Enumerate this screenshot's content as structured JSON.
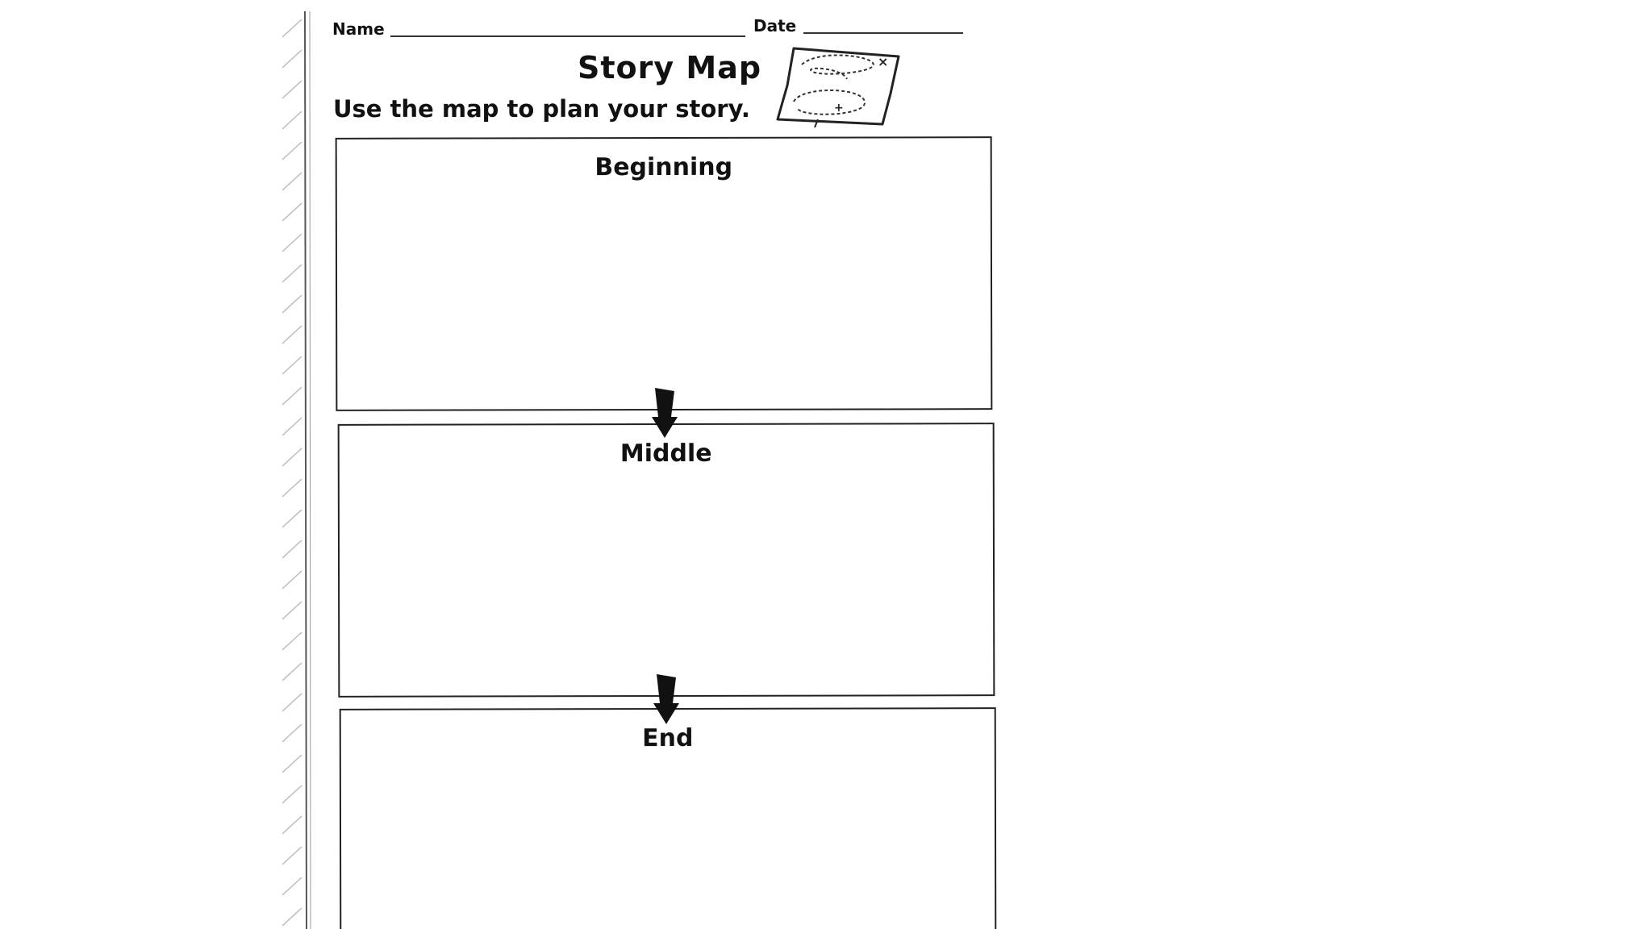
{
  "header": {
    "name_label": "Name",
    "date_label": "Date",
    "name_value": "",
    "date_value": ""
  },
  "title": "Story Map",
  "instructions": "Use the map to plan your story.",
  "sections": [
    {
      "label": "Beginning",
      "content": ""
    },
    {
      "label": "Middle",
      "content": ""
    },
    {
      "label": "End",
      "content": ""
    }
  ],
  "icons": {
    "header_illustration": "treasure-map-icon",
    "connector": "down-arrow-icon"
  },
  "colors": {
    "ink": "#111111",
    "paper": "#ffffff"
  }
}
